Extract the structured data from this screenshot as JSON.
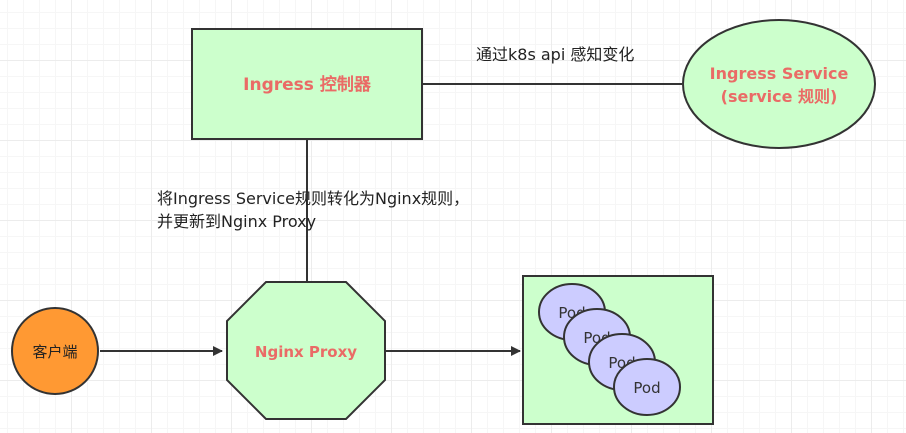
{
  "nodes": {
    "controller": {
      "label": "Ingress 控制器"
    },
    "service": {
      "line1": "Ingress Service",
      "line2": "(service 规则)"
    },
    "proxy": {
      "label": "Nginx Proxy"
    },
    "client": {
      "label": "客户端"
    },
    "pods": {
      "label": "Pod",
      "count": 4
    }
  },
  "edge_labels": {
    "watch": "通过k8s api 感知变化",
    "convert_line1": "将Ingress Service规则转化为Nginx规则，",
    "convert_line2": "并更新到Nginx Proxy"
  },
  "colors": {
    "node_fill": "#ccffcc",
    "client_fill": "#ff9933",
    "pod_fill": "#ccccff",
    "title_text": "#ea6b66",
    "stroke": "#333333"
  }
}
